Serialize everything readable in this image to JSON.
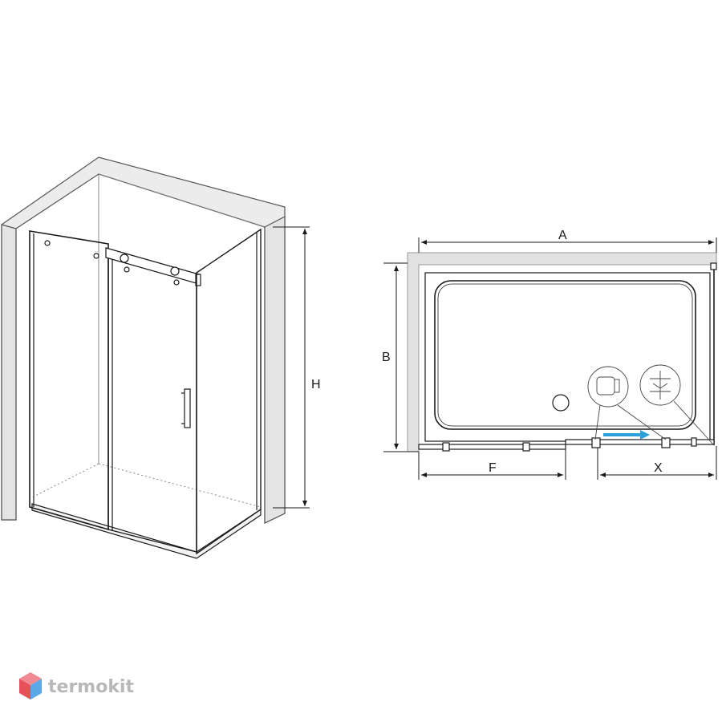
{
  "diagram": {
    "perspective_view": {
      "dimension_labels": {
        "height": "H"
      }
    },
    "plan_view": {
      "dimension_labels": {
        "width": "A",
        "depth": "B",
        "fixed_panel": "F",
        "sliding_offset": "X"
      }
    }
  },
  "watermark": {
    "text": "termokit"
  },
  "colors": {
    "line": "#1a1a1a",
    "wall_fill": "#e2e2e2",
    "wall_stroke": "#7a7a7a",
    "arrow_accent": "#2a9fd8",
    "logo_red": "#e8505b",
    "logo_blue": "#5aa8e6",
    "logo_text": "#b8b8b8"
  }
}
